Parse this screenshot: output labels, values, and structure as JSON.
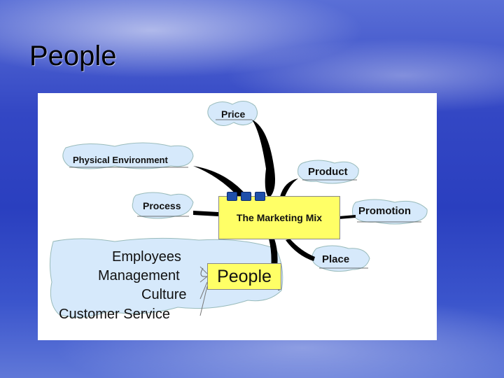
{
  "slide": {
    "title": "People"
  },
  "diagram": {
    "center": "The Marketing Mix",
    "branches": {
      "price": "Price",
      "physical_environment": "Physical Environment",
      "product": "Product",
      "process": "Process",
      "promotion": "Promotion",
      "place": "Place",
      "people": "People"
    },
    "people_items": [
      "Employees",
      "Management",
      "Culture",
      "Customer Service"
    ]
  },
  "colors": {
    "bubble": "#d6e9fb",
    "highlight": "#ffff66",
    "branch": "#000000"
  }
}
